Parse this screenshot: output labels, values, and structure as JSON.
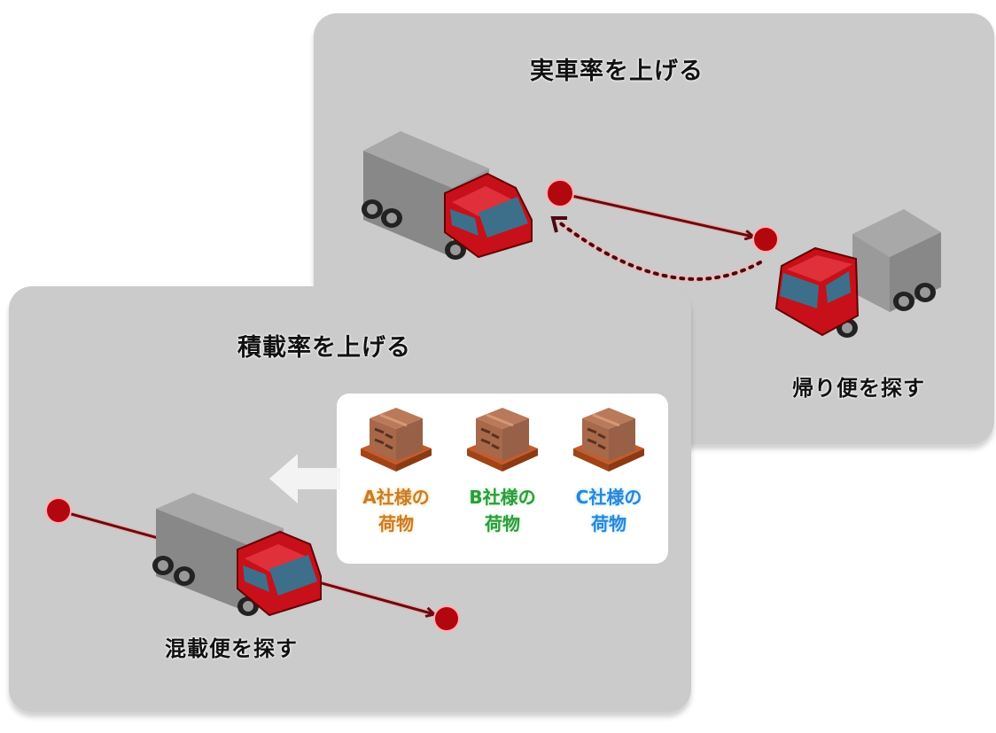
{
  "diagram": {
    "top_panel": {
      "title": "実車率を上げる",
      "caption": "帰り便を探す"
    },
    "bottom_panel": {
      "title": "積載率を上げる",
      "caption": "混載便を探す",
      "cargo": [
        {
          "company": "A社様の",
          "item": "荷物",
          "color": "#c87c2a"
        },
        {
          "company": "B社様の",
          "item": "荷物",
          "color": "#2f9a3f"
        },
        {
          "company": "C社様の",
          "item": "荷物",
          "color": "#2a86d8"
        }
      ]
    },
    "colors": {
      "panel": "#cbcbcb",
      "truck_cab": "#c8101a",
      "truck_body": "#8f8f8f",
      "route_point": "#b3070f",
      "route_line": "#6a0b10",
      "cargo_box": "#a86240"
    }
  }
}
